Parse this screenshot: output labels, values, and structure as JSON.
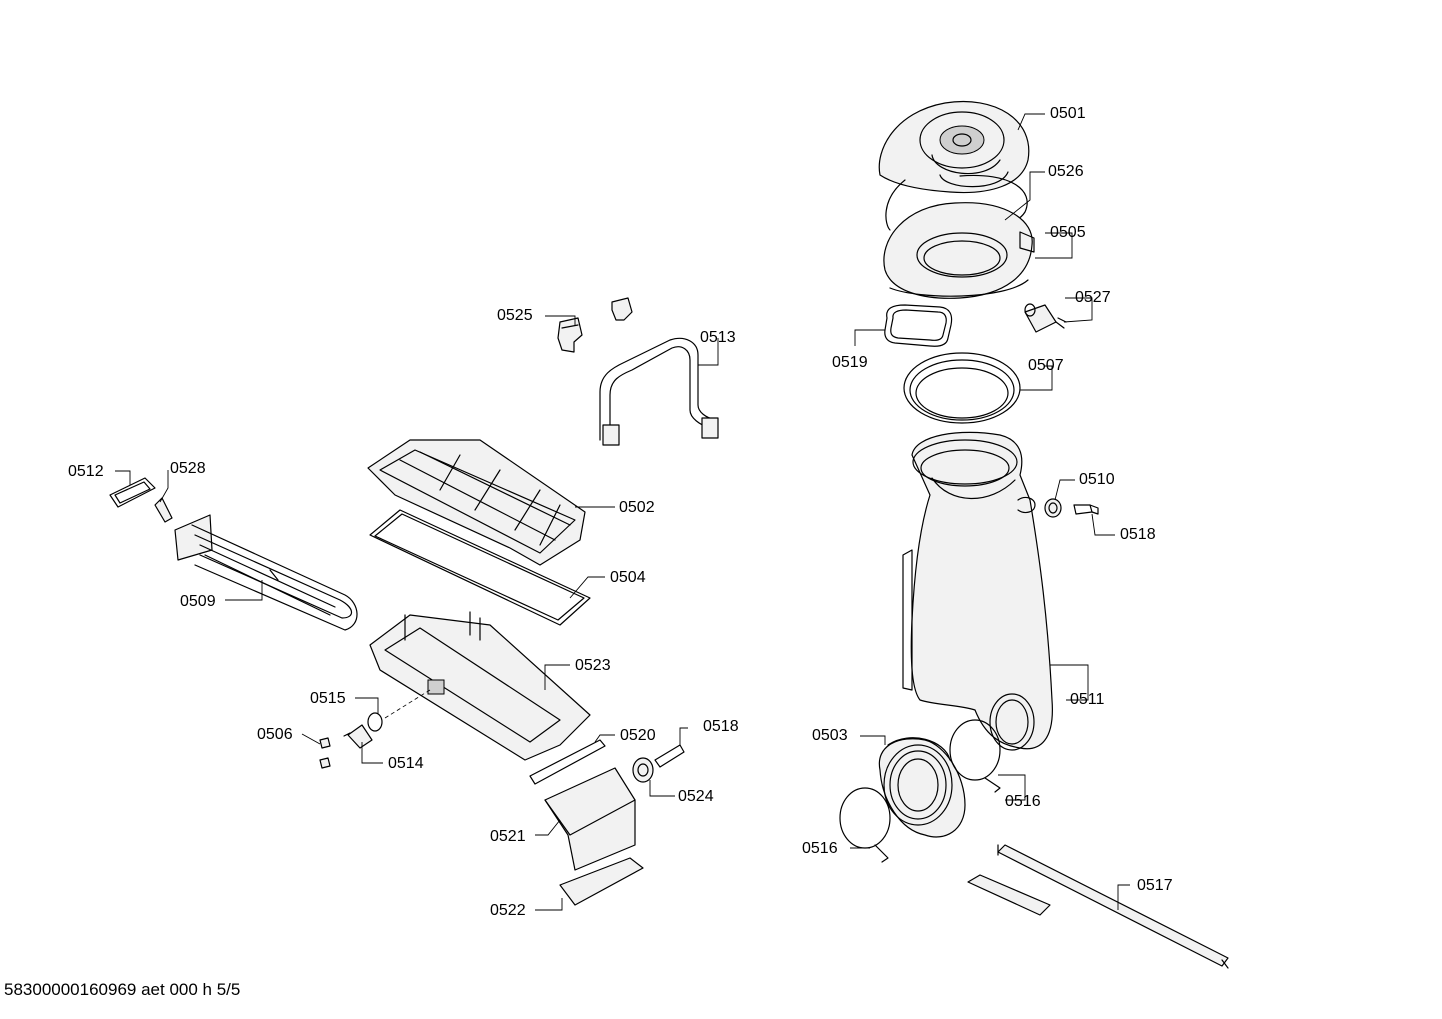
{
  "labels": {
    "p0501": "0501",
    "p0502": "0502",
    "p0503": "0503",
    "p0504": "0504",
    "p0505": "0505",
    "p0506": "0506",
    "p0507": "0507",
    "p0509": "0509",
    "p0510": "0510",
    "p0511": "0511",
    "p0512": "0512",
    "p0513": "0513",
    "p0514": "0514",
    "p0515": "0515",
    "p0516a": "0516",
    "p0516b": "0516",
    "p0517": "0517",
    "p0518a": "0518",
    "p0518b": "0518",
    "p0519": "0519",
    "p0520": "0520",
    "p0521": "0521",
    "p0522": "0522",
    "p0523": "0523",
    "p0524": "0524",
    "p0525": "0525",
    "p0526": "0526",
    "p0527": "0527",
    "p0528": "0528"
  },
  "footer": {
    "doc_id": "58300000160969 aet 000 h 5/5"
  }
}
